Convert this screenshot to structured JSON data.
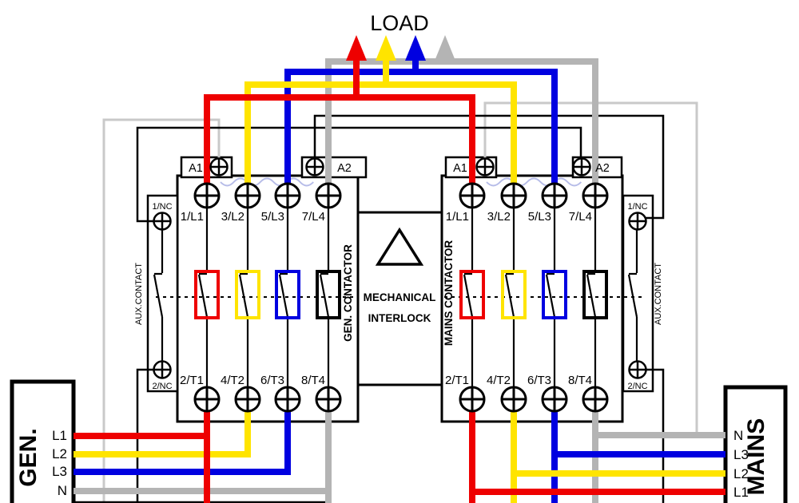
{
  "load_label": "LOAD",
  "colors": {
    "l1": "#ee0000",
    "l2": "#ffe400",
    "l3": "#0000e0",
    "neutral": "#b4b4b4",
    "control": "#c9c9c9",
    "pole4": "#000000",
    "coil": "#b6bce8",
    "ink": "#000000"
  },
  "contactors": {
    "gen": {
      "name": "GEN. CONTACTOR",
      "a1": "A1",
      "a2": "A2",
      "top": [
        "1/L1",
        "3/L2",
        "5/L3",
        "7/L4"
      ],
      "bottom": [
        "2/T1",
        "4/T2",
        "6/T3",
        "8/T4"
      ],
      "aux_label": "AUX.CONTACT",
      "aux_top": "1/NC",
      "aux_bottom": "2/NC"
    },
    "mains": {
      "name": "MAINS CONTACTOR",
      "a1": "A1",
      "a2": "A2",
      "top": [
        "1/L1",
        "3/L2",
        "5/L3",
        "7/L4"
      ],
      "bottom": [
        "2/T1",
        "4/T2",
        "6/T3",
        "8/T4"
      ],
      "aux_label": "AUX.CONTACT",
      "aux_top": "1/NC",
      "aux_bottom": "2/NC"
    }
  },
  "interlock": {
    "line1": "MECHANICAL",
    "line2": "INTERLOCK"
  },
  "sources": {
    "gen": {
      "name": "GEN.",
      "terminals": [
        "L1",
        "L2",
        "L3",
        "N"
      ]
    },
    "mains": {
      "name": "MAINS",
      "terminals": [
        "N",
        "L3",
        "L2",
        "L1"
      ]
    }
  }
}
